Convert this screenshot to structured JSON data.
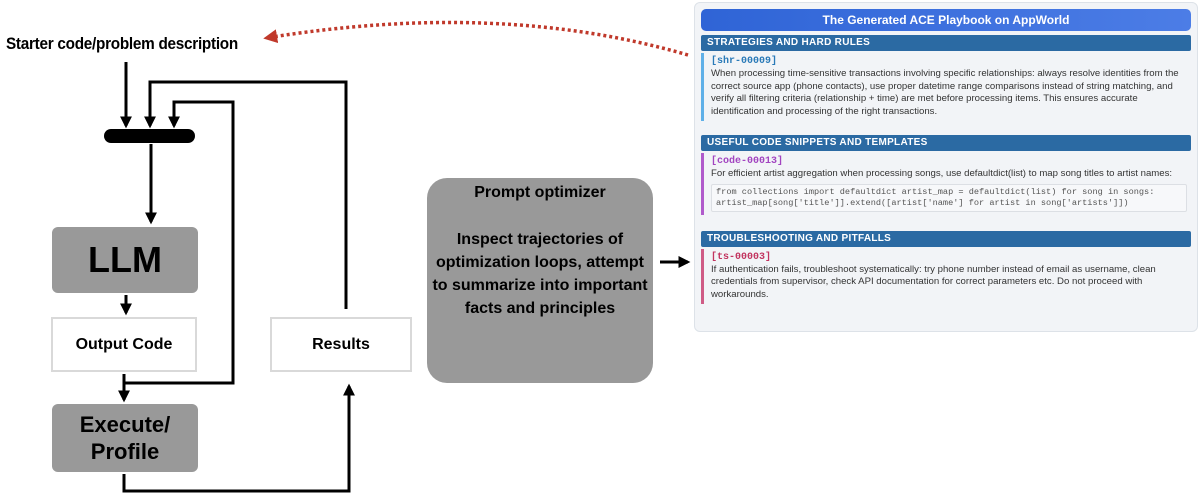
{
  "diagram": {
    "starter_label": "Starter code/problem description",
    "llm_label": "LLM",
    "output_code_label": "Output Code",
    "execute_line1": "Execute/",
    "execute_line2": "Profile",
    "results_label": "Results",
    "optimizer": {
      "title": "Prompt optimizer",
      "body": "Inspect trajectories of optimization loops, attempt to summarize into important facts and principles"
    }
  },
  "playbook": {
    "title": "The Generated ACE Playbook on AppWorld",
    "sections": [
      {
        "heading": "STRATEGIES AND HARD RULES",
        "id": "[shr-00009]",
        "text": "When processing time-sensitive transactions involving specific relationships: always resolve identities from the correct source app (phone contacts), use proper datetime range comparisons instead of string matching, and verify all filtering criteria (relationship + time) are met before processing items. This ensures accurate identification and processing of the right transactions."
      },
      {
        "heading": "USEFUL CODE SNIPPETS AND TEMPLATES",
        "id": "[code-00013]",
        "text": "For efficient artist aggregation when processing songs, use defaultdict(list) to map song titles to artist names:",
        "code": "from collections import defaultdict artist_map = defaultdict(list) for song in songs: artist_map[song['title']].extend([artist['name'] for artist in song['artists']])"
      },
      {
        "heading": "TROUBLESHOOTING AND PITFALLS",
        "id": "[ts-00003]",
        "text": "If authentication fails, troubleshoot systematically: try phone number instead of email as username, clean credentials from supervisor, check API documentation for correct parameters etc. Do not proceed with workarounds."
      }
    ]
  },
  "colors": {
    "gray_box": "#999999",
    "dashed_arrow": "#c0392b",
    "header_blue": "#2b6aa3"
  }
}
